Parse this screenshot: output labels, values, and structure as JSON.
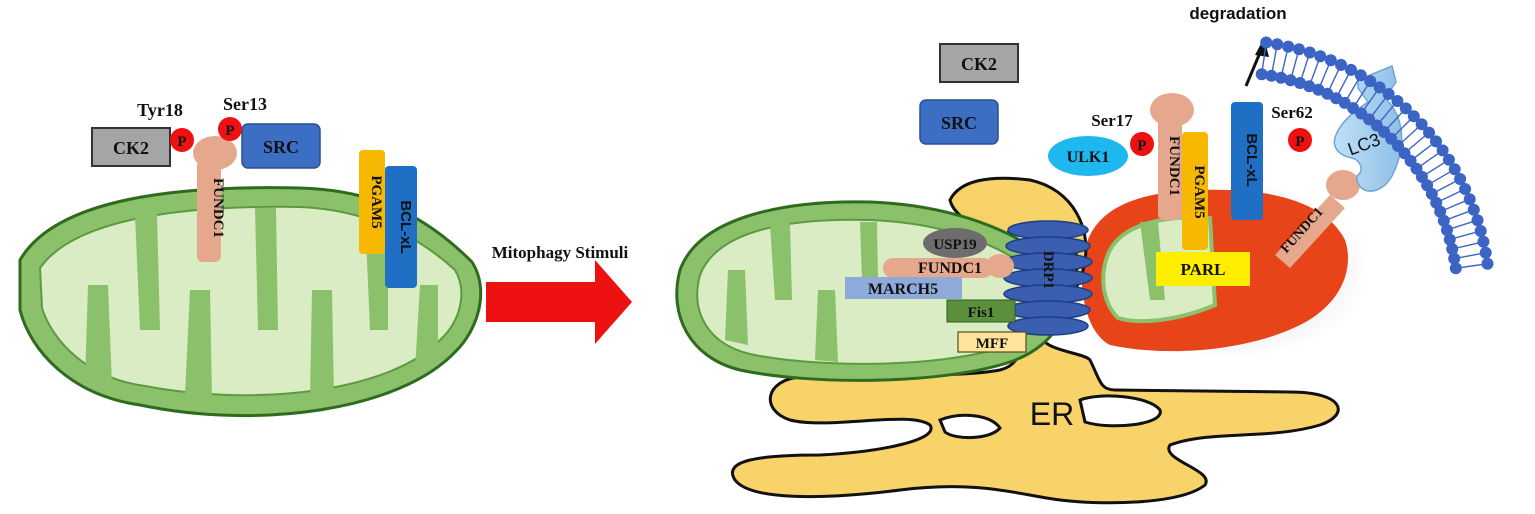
{
  "labels": {
    "left_ck2": "CK2",
    "left_src": "SRC",
    "left_tyr18": "Tyr18",
    "left_ser13": "Ser13",
    "phospho": "P",
    "left_fundc1": "FUNDC1",
    "left_pgam5": "PGAM5",
    "left_bclxl": "BCL-xL",
    "arrow_text": "Mitophagy Stimuli",
    "right_ck2": "CK2",
    "right_src": "SRC",
    "usp19": "USP19",
    "fundc1_mid": "FUNDC1",
    "march5": "MARCH5",
    "fis1": "Fis1",
    "mff": "MFF",
    "drp1": "DRP1",
    "er": "ER",
    "ulk1": "ULK1",
    "ser17": "Ser17",
    "fundc1_red": "FUNDC1",
    "pgam5_red": "PGAM5",
    "bclxl_red": "BCL-xL",
    "ser62": "Ser62",
    "parl": "PARL",
    "degradation": "degradation",
    "lc3": "LC3",
    "fundc1_lc3": "FUNDC1"
  },
  "colors": {
    "mito_green": "#8cc16b",
    "mito_light": "#d9ecc4",
    "mito_outline": "#2f6b1e",
    "er_yellow": "#f8d36a",
    "mito_red": "#e8441a",
    "src_blue": "#3c6fc4",
    "ck2_grey": "#a5a5a5",
    "fundc1_tan": "#e6a88c",
    "pgam5_gold": "#f6b800",
    "bclxl_blue": "#1f6fc5",
    "phospho_red": "#ee1111",
    "ulk1_cyan": "#1eb7ee",
    "usp19_grey": "#6d6d6d",
    "march5_blue": "#8eaadb",
    "fis1_green": "#5c8f3c",
    "mff_tan": "#fde49a",
    "parl_yellow": "#ffee00",
    "drp1_blue": "#3a5fb0",
    "lc3_blue": "#a9d0f0",
    "membrane_blue": "#3b64c4",
    "arrow_red": "#ee1111"
  }
}
